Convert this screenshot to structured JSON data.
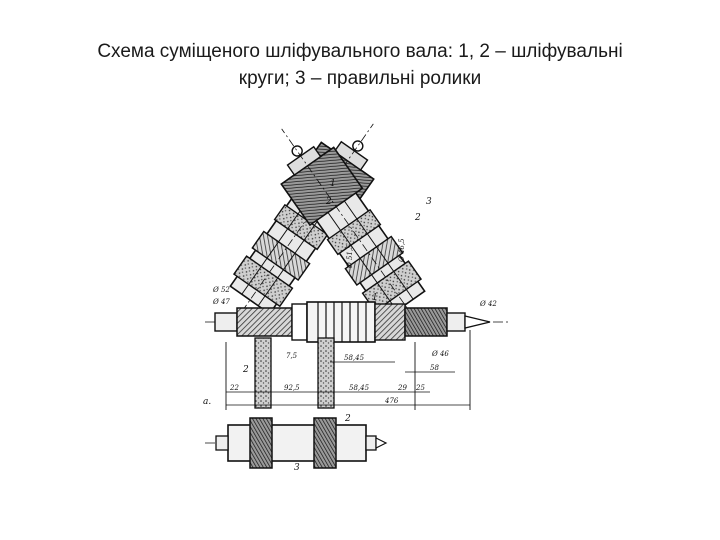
{
  "slide": {
    "title_line1": "Схема суміщеного шліфувального вала: 1, 2 – шліфувальні",
    "title_line2": "круги; 3 – правильні ролики"
  },
  "drawing": {
    "callouts": [
      "1",
      "2",
      "3",
      "1",
      "2",
      "3",
      "1",
      "2",
      "3"
    ],
    "view_label": "а.",
    "dimensions": [
      "2",
      "22",
      "92,5",
      "7,5",
      "Ø 42",
      "58",
      "58,45",
      "29",
      "25",
      "476",
      "Ø 46",
      "Ø 52",
      "Ø 47",
      "Ø 51,5",
      "Ø 46,5"
    ]
  }
}
